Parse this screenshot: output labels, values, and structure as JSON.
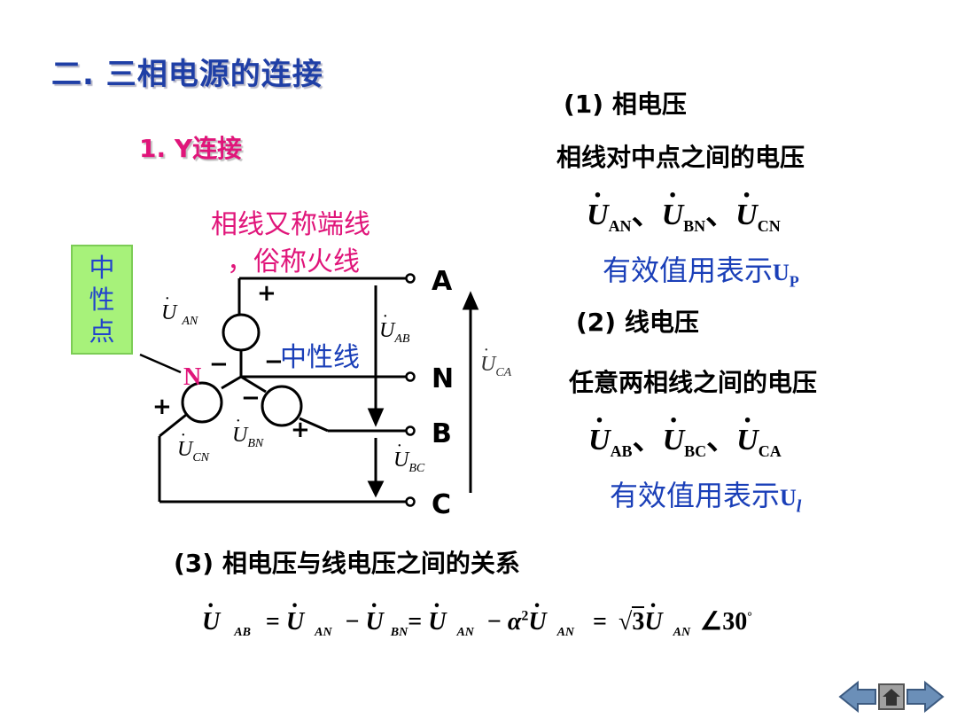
{
  "title": "二. 三相电源的连接",
  "subtitle": "1. Y连接",
  "callout_phase_line": [
    "相线又称端线",
    "，俗称火线"
  ],
  "neutral_point_label": "中性点",
  "neutral_line_label": "中性线",
  "circuit": {
    "terminals": [
      "A",
      "N",
      "B",
      "C"
    ],
    "node_N": "N",
    "source_labels": [
      {
        "base": "U",
        "sub": "AN"
      },
      {
        "base": "U",
        "sub": "BN"
      },
      {
        "base": "U",
        "sub": "CN"
      }
    ],
    "line_voltage_labels": [
      {
        "base": "U",
        "sub": "AB"
      },
      {
        "base": "U",
        "sub": "BC"
      },
      {
        "base": "U",
        "sub": "CA"
      }
    ],
    "signs": [
      "+",
      "−",
      "+",
      "−",
      "−",
      "+"
    ]
  },
  "right": {
    "phase_heading": "(1) 相电压",
    "phase_desc": "相线对中点之间的电压",
    "phase_symbols": [
      {
        "base": "U",
        "sub": "AN"
      },
      {
        "base": "U",
        "sub": "BN"
      },
      {
        "base": "U",
        "sub": "CN"
      }
    ],
    "phase_effective": "有效值用表示",
    "phase_effective_sym": {
      "base": "U",
      "sub": "P"
    },
    "line_heading": "(2) 线电压",
    "line_desc": "任意两相线之间的电压",
    "line_symbols": [
      {
        "base": "U",
        "sub": "AB"
      },
      {
        "base": "U",
        "sub": "BC"
      },
      {
        "base": "U",
        "sub": "CA"
      }
    ],
    "line_effective": "有效值用表示",
    "line_effective_sym": {
      "base": "U",
      "sub": "l"
    },
    "separator": "、"
  },
  "relation_heading": "(3) 相电压与线电压之间的关系",
  "formula": {
    "parts": [
      "U",
      "AB",
      "=",
      "U",
      "AN",
      "−",
      "U",
      "BN",
      "=",
      "U",
      "AN",
      "−",
      "α",
      "2",
      "U",
      "AN",
      "=",
      "3",
      "U",
      "AN",
      "∠",
      "30",
      "°"
    ]
  },
  "nav": {
    "prev_icon": "arrow-left-icon",
    "home_icon": "home-icon",
    "next_icon": "arrow-right-icon"
  }
}
